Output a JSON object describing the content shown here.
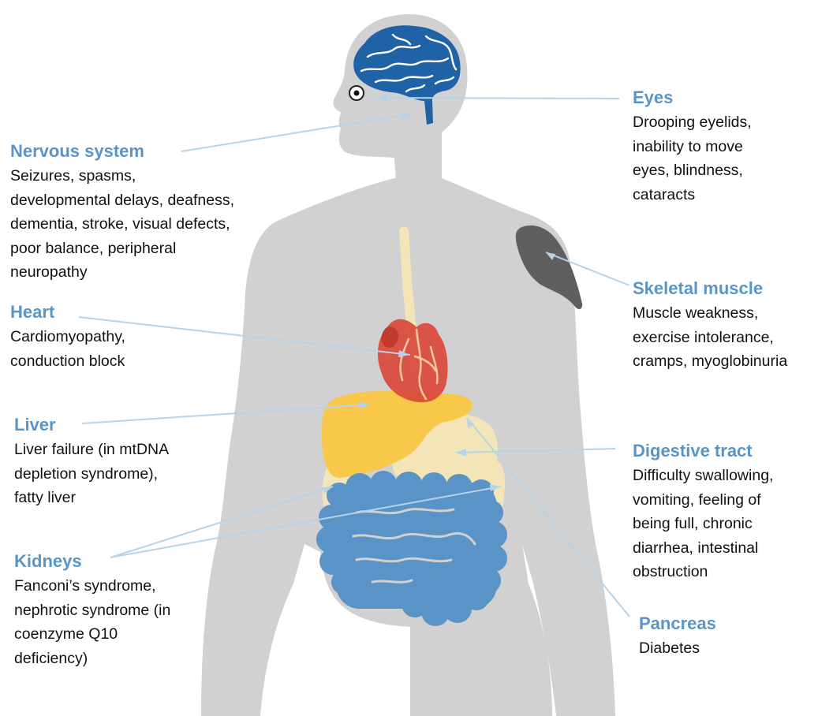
{
  "colors": {
    "title": "#5b94c6",
    "body_silhouette": "#d1d1d1",
    "brain": "#1f62a6",
    "heart": "#d94a3b",
    "liver": "#f7c84a",
    "stomach_pancreas_kidney": "#f4e5b9",
    "intestine": "#5a93c6",
    "muscle": "#5f5f5f",
    "leader_line": "#b7d3e8"
  },
  "callouts": {
    "nervous": {
      "title": "Nervous system",
      "lines": [
        "Seizures, spasms,",
        "developmental delays, deafness,",
        "dementia, stroke, visual defects,",
        "poor balance, peripheral",
        "neuropathy"
      ]
    },
    "heart": {
      "title": "Heart",
      "lines": [
        "Cardiomyopathy,",
        "conduction block"
      ]
    },
    "liver": {
      "title": "Liver",
      "lines": [
        "Liver failure (in mtDNA",
        "depletion syndrome),",
        "fatty liver"
      ]
    },
    "kidneys": {
      "title": "Kidneys",
      "lines": [
        "Fanconi’s syndrome,",
        "nephrotic syndrome (in",
        "coenzyme Q10",
        "deficiency)"
      ]
    },
    "eyes": {
      "title": "Eyes",
      "lines": [
        "Drooping eyelids,",
        "inability to move",
        "eyes, blindness,",
        "cataracts"
      ]
    },
    "muscle": {
      "title": "Skeletal muscle",
      "lines": [
        "Muscle weakness,",
        "exercise intolerance,",
        "cramps, myoglobinuria"
      ]
    },
    "digestive": {
      "title": "Digestive tract",
      "lines": [
        "Difficulty swallowing,",
        "vomiting, feeling of",
        "being full, chronic",
        "diarrhea, intestinal",
        "obstruction"
      ]
    },
    "pancreas": {
      "title": "Pancreas",
      "lines": [
        "Diabetes"
      ]
    }
  }
}
